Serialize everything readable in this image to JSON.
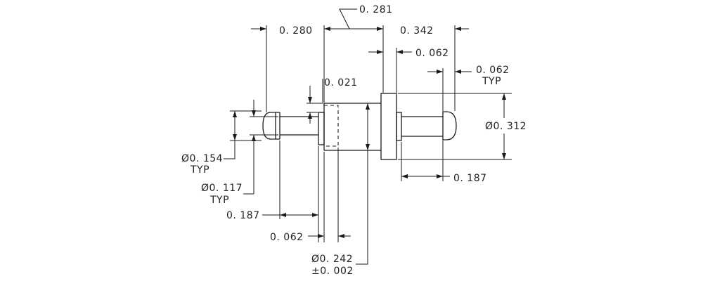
{
  "drawing": {
    "dimensions": {
      "top_span": "0. 281",
      "left_section": "0. 280",
      "right_section": "0. 342",
      "flange_thickness": "0. 062",
      "right_head": "0. 062",
      "right_head_note": "TYP",
      "groove_depth": "0. 021",
      "flange_diameter": "Ø0. 312",
      "head_diameter": "Ø0. 154",
      "head_diameter_note": "TYP",
      "neck_diameter": "Ø0. 117",
      "neck_diameter_note": "TYP",
      "left_neck_length": "0. 187",
      "right_neck_length": "0. 187",
      "collar_width": "0. 062",
      "body_diameter": "Ø0. 242",
      "body_tolerance": "±0. 002"
    }
  }
}
